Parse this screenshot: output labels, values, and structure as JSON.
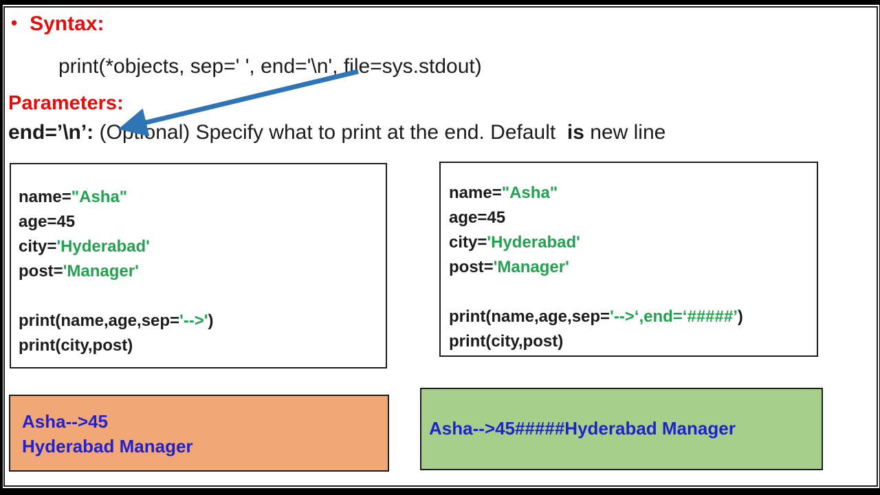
{
  "slide": {
    "bullet": "•",
    "title": "Syntax:",
    "syntax_line": "print(*objects, sep=' ', end='\\n', file=sys.stdout)",
    "parameters_label": "Parameters:",
    "param_line": {
      "term": "end=’\\n’:",
      "desc": " (Optional) Specify what to print at the end. Default  ",
      "bold_word": "is",
      "tail": " new line"
    }
  },
  "code_box_left": {
    "lines": [
      [
        {
          "t": "name=",
          "c": "k"
        },
        {
          "t": "\"Asha\"",
          "c": "g"
        }
      ],
      [
        {
          "t": "age=45",
          "c": "k"
        }
      ],
      [
        {
          "t": "city=",
          "c": "k"
        },
        {
          "t": "'Hyderabad'",
          "c": "g"
        }
      ],
      [
        {
          "t": "post=",
          "c": "k"
        },
        {
          "t": "'Manager'",
          "c": "g"
        }
      ],
      [],
      [
        {
          "t": "print(name,age,sep=",
          "c": "k"
        },
        {
          "t": "'-->'",
          "c": "g"
        },
        {
          "t": ")",
          "c": "k"
        }
      ],
      [
        {
          "t": "print(city,post)",
          "c": "k"
        }
      ]
    ]
  },
  "code_box_right": {
    "lines": [
      [
        {
          "t": "name=",
          "c": "k"
        },
        {
          "t": "\"Asha\"",
          "c": "g"
        }
      ],
      [
        {
          "t": "age=45",
          "c": "k"
        }
      ],
      [
        {
          "t": "city=",
          "c": "k"
        },
        {
          "t": "'Hyderabad'",
          "c": "g"
        }
      ],
      [
        {
          "t": "post=",
          "c": "k"
        },
        {
          "t": "'Manager'",
          "c": "g"
        }
      ],
      [],
      [
        {
          "t": "print(name,age,sep=",
          "c": "k"
        },
        {
          "t": "'-->‘,end=‘#####’",
          "c": "g"
        },
        {
          "t": ")",
          "c": "k"
        }
      ],
      [
        {
          "t": "print(city,post)",
          "c": "k"
        }
      ]
    ]
  },
  "output_left": {
    "lines": [
      "Asha-->45",
      "Hyderabad Manager"
    ]
  },
  "output_right": {
    "lines": [
      "Asha-->45#####Hyderabad Manager"
    ]
  },
  "colors": {
    "red": "#e60c0c",
    "green": "#21a24e",
    "blue": "#2121cd",
    "arrow": "#2e75b6",
    "code": "#1b1b1b",
    "orange_bg": "#f2a777",
    "green_bg": "#a6cf8c"
  }
}
